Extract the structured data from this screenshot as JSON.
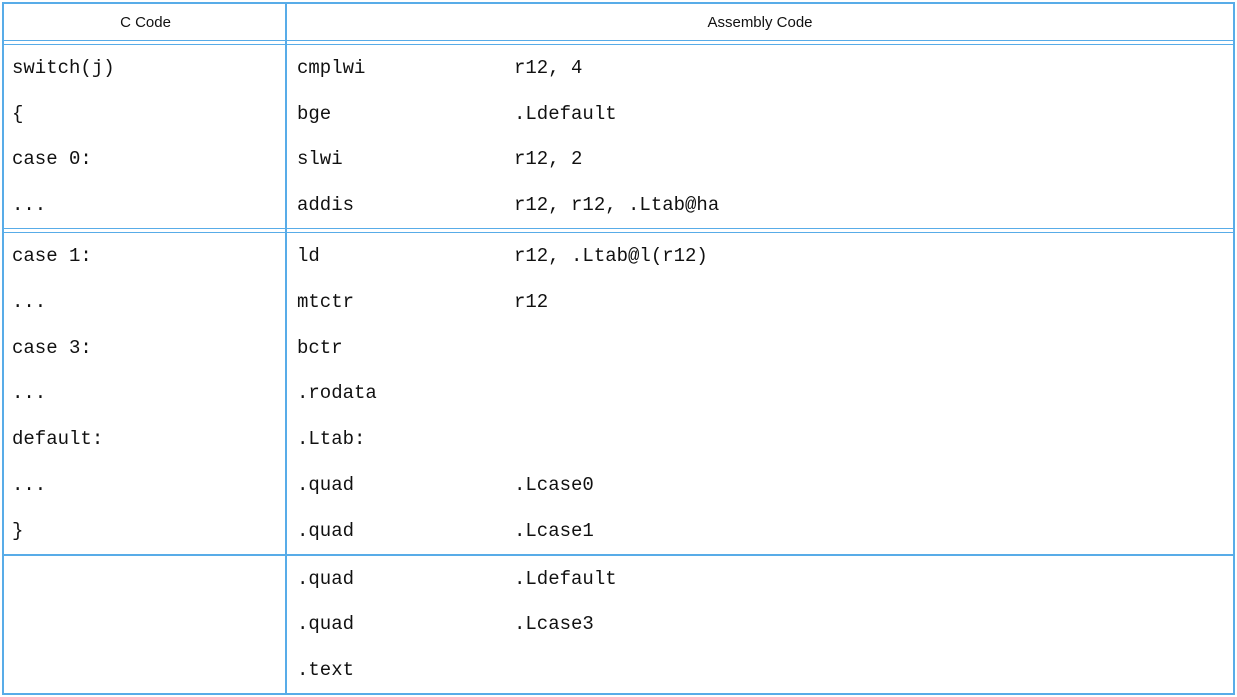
{
  "table": {
    "border_color": "#58ace8",
    "headers": {
      "c_code": "C Code",
      "assembly": "Assembly Code"
    },
    "sections": [
      {
        "rows": [
          {
            "c": "switch(j)",
            "op": "cmplwi",
            "args": "r12, 4"
          },
          {
            "c": "{",
            "op": "bge",
            "args": ".Ldefault"
          },
          {
            "c": "case 0:",
            "op": "slwi",
            "args": "r12, 2"
          },
          {
            "c": "...",
            "op": "addis",
            "args": "r12, r12, .Ltab@ha"
          }
        ]
      },
      {
        "rows": [
          {
            "c": "case 1:",
            "op": "ld",
            "args": "r12, .Ltab@l(r12)"
          },
          {
            "c": "...",
            "op": "mtctr",
            "args": "r12"
          },
          {
            "c": "case 3:",
            "op": "bctr",
            "args": ""
          },
          {
            "c": "...",
            "op": ".rodata",
            "args": ""
          },
          {
            "c": "default:",
            "op": ".Ltab:",
            "args": ""
          },
          {
            "c": "...",
            "op": ".quad",
            "args": ".Lcase0"
          },
          {
            "c": "}",
            "op": ".quad",
            "args": ".Lcase1"
          }
        ]
      },
      {
        "rows": [
          {
            "c": "",
            "op": ".quad",
            "args": ".Ldefault"
          },
          {
            "c": "",
            "op": ".quad",
            "args": ".Lcase3"
          },
          {
            "c": "",
            "op": ".text",
            "args": ""
          }
        ]
      }
    ]
  }
}
